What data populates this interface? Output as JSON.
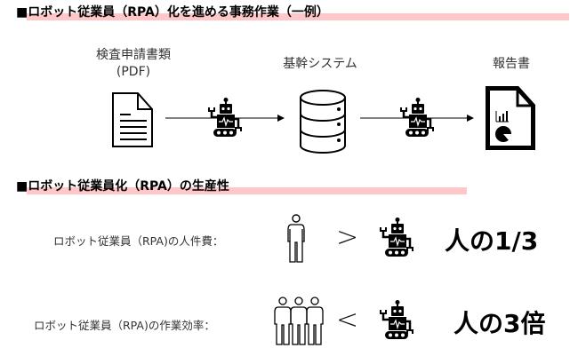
{
  "section1": {
    "title": "■ロボット従業員（RPA）化を進める事務作業（一例）",
    "accent_color": "#ffc7c7",
    "flow": {
      "source_label_line1": "検査申請書類",
      "source_label_line2": "(PDF)",
      "system_label": "基幹システム",
      "output_label": "報告書",
      "icons": [
        "document-icon",
        "robot-icon",
        "database-icon",
        "robot-icon",
        "report-icon"
      ]
    }
  },
  "section2": {
    "title": "■ロボット従業員化（RPA）の生産性",
    "rows": [
      {
        "label": "ロボット従業員（RPA)の人件費：",
        "operator": ">",
        "result": "人の1/3",
        "people_count": 1
      },
      {
        "label": "ロボット従業員（RPA)の作業効率：",
        "operator": "<",
        "result": "人の3倍",
        "people_count": 3
      }
    ]
  }
}
